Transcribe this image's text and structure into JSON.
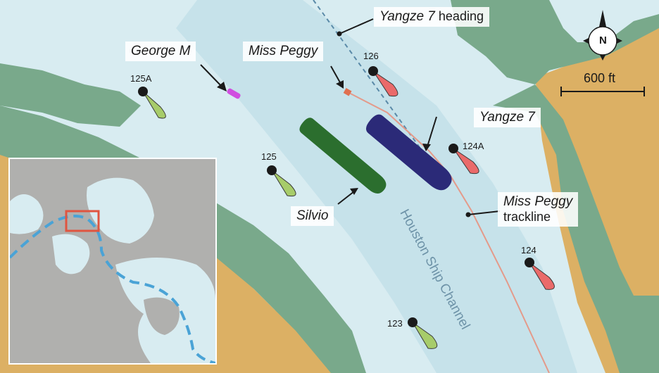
{
  "vessels": {
    "george_m": "George M",
    "miss_peggy": "Miss Peggy",
    "yangze_7": "Yangze 7",
    "silvio": "Silvio"
  },
  "annotations": {
    "yangze_heading": {
      "name": "Yangze 7",
      "suffix": "heading"
    },
    "miss_peggy_trackline": {
      "name": "Miss Peggy",
      "suffix": "trackline"
    }
  },
  "waterway_label": "Houston Ship Channel",
  "buoys": [
    {
      "id": "125A",
      "color": "#a7cc6a"
    },
    {
      "id": "126",
      "color": "#ea6a6a"
    },
    {
      "id": "124A",
      "color": "#ea6a6a"
    },
    {
      "id": "125",
      "color": "#a7cc6a"
    },
    {
      "id": "124",
      "color": "#ea6a6a"
    },
    {
      "id": "123",
      "color": "#a7cc6a"
    }
  ],
  "scale_bar": "600 ft",
  "compass": "N",
  "colors": {
    "water": "#d8ecf1",
    "channel": "#c6e2ea",
    "land": "#dcb064",
    "marsh": "#79a98b",
    "silvio": "#2b6e2e",
    "yangze_7": "#2b2a78",
    "george_m": "#d04fe0",
    "miss_peggy": "#e07050",
    "trackline": "#e49a8a",
    "heading_line": "#5a8aa8"
  }
}
